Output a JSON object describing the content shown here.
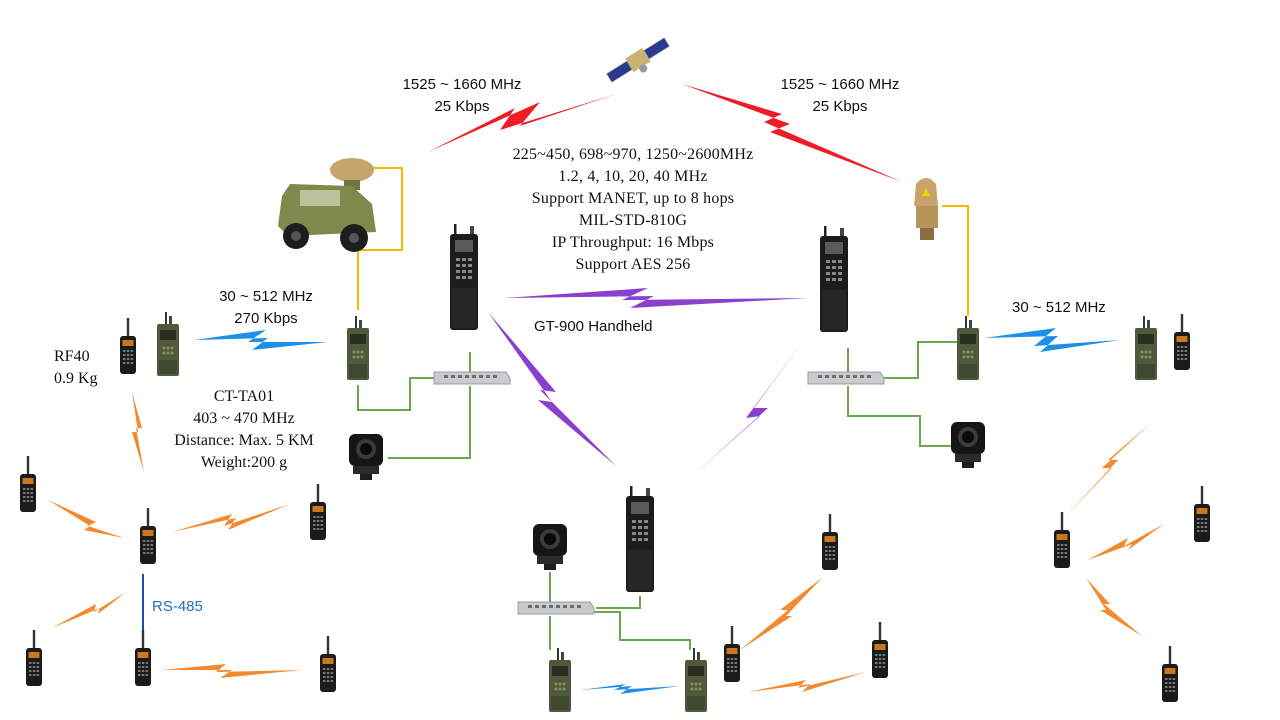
{
  "satellite_links": {
    "left": {
      "freq": "1525 ~ 1660 MHz",
      "rate": "25 Kbps",
      "color": "#ee1c25"
    },
    "right": {
      "freq": "1525 ~ 1660 MHz",
      "rate": "25 Kbps",
      "color": "#ee1c25"
    }
  },
  "gt900_specs": {
    "lines": [
      "225~450, 698~970, 1250~2600MHz",
      "1.2, 4, 10, 20, 40 MHz",
      "Support MANET, up to 8 hops",
      "MIL-STD-810G",
      "IP Throughput: 16 Mbps",
      "Support AES 256"
    ],
    "label": "GT-900 Handheld",
    "link_color": "#8b3fcf"
  },
  "left_vhf_link": {
    "freq": "30 ~ 512 MHz",
    "rate": "270 Kbps",
    "color": "#1e8fe8"
  },
  "right_vhf_link": {
    "freq": "30 ~ 512 MHz",
    "color": "#1e8fe8"
  },
  "rf40": {
    "name": "RF40",
    "weight": "0.9 Kg"
  },
  "ct_ta01": {
    "name": "CT-TA01",
    "freq": "403 ~ 470 MHz",
    "distance": "Distance: Max. 5 KM",
    "weight": "Weight:200 g",
    "link_color": "#f28a2e"
  },
  "rs485": {
    "label": "RS-485"
  },
  "colors": {
    "cable_yellow": "#f5b800",
    "cable_green": "#6aa84f",
    "cable_blue": "#1f4fa0"
  },
  "icons": [
    "satellite-icon",
    "military-jeep-icon",
    "dome-antenna-icon",
    "gps-antenna-icon",
    "manpack-radio-icon",
    "gt900-handheld-icon",
    "network-switch-icon",
    "action-camera-icon",
    "walkie-talkie-icon"
  ]
}
